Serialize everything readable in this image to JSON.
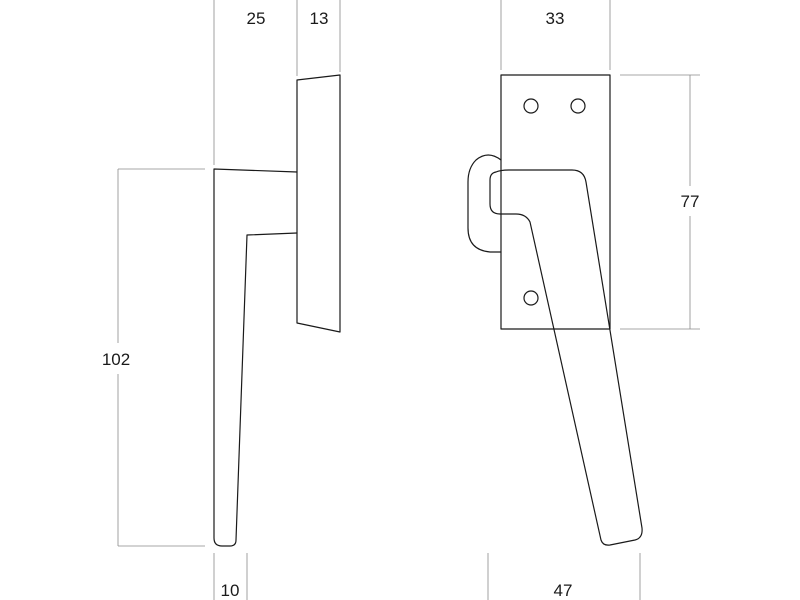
{
  "dimensions": {
    "side_top_left": "25",
    "side_top_right": "13",
    "side_height": "102",
    "side_bottom": "10",
    "front_top": "33",
    "front_height": "77",
    "front_bottom": "47"
  },
  "colors": {
    "outline": "#1a1a1a",
    "dimension_line": "#8a8a8a",
    "background": "#ffffff"
  }
}
